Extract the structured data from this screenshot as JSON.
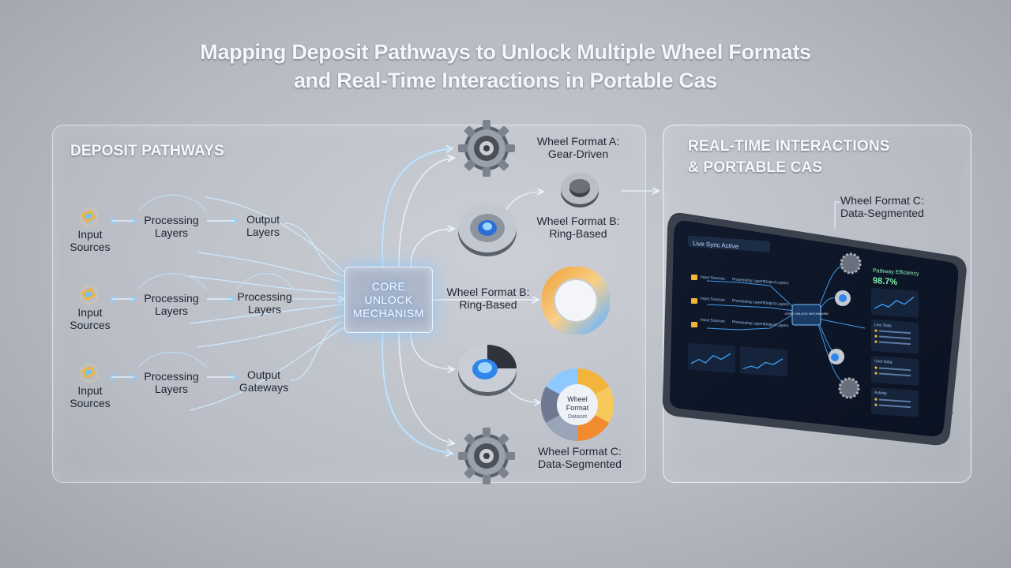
{
  "title": {
    "line1": "Mapping Deposit Pathways to Unlock Multiple Wheel Formats",
    "line2": "and Real-Time Interactions in Portable Cas"
  },
  "left_panel": {
    "title": "DEPOSIT PATHWAYS",
    "rows": [
      {
        "input": [
          "Input",
          "Sources"
        ],
        "processing": [
          "Processing",
          "Layers"
        ],
        "output": [
          "Output",
          "Layers"
        ]
      },
      {
        "input": [
          "Input",
          "Sources"
        ],
        "processing": [
          "Processing",
          "Layers"
        ],
        "output": [
          "Processing",
          "Layers"
        ]
      },
      {
        "input": [
          "Input",
          "Sources"
        ],
        "processing": [
          "Processing",
          "Layers"
        ],
        "output": [
          "Output",
          "Gateways"
        ]
      }
    ]
  },
  "core": {
    "lines": [
      "CORE",
      "UNLOCK",
      "MECHANISM"
    ]
  },
  "wheels": {
    "a": [
      "Wheel Format A:",
      "Gear-Driven"
    ],
    "b_top": [
      "Wheel Format B:",
      "Ring-Based"
    ],
    "b_mid": [
      "Wheel Format B:",
      "Ring-Based"
    ],
    "c_bottom": [
      "Wheel Format C:",
      "Data-Segmented"
    ],
    "c_right": [
      "Wheel Format C:",
      "Data-Segmented"
    ],
    "segment_text": [
      "Wheel",
      "Format",
      "Dataset"
    ]
  },
  "right_panel": {
    "title_line1": "REAL-TIME INTERACTIONS",
    "title_line2": "& PORTABLE CAS"
  },
  "tablet": {
    "header": "Live Sync Active",
    "metric_label": "Pathway Efficiency",
    "metric_value": "98.7%",
    "rows": [
      {
        "input": "Input Sources",
        "processing": "Processing Layers",
        "output": "Output Layers"
      },
      {
        "input": "Input Sources",
        "processing": "Processing Layers",
        "output": "Output Layers"
      },
      {
        "input": "Input Sources",
        "processing": "Processing Layers",
        "output": "Output Layers"
      }
    ],
    "core": "CORE UNLOCK MECHANISM",
    "panel2_title": "Live Stats",
    "panel3_title": "User Data",
    "panel4_title": "Activity"
  },
  "colors": {
    "accent": "#5fb8ff",
    "gold": "#f2b43a",
    "orange": "#f28a2e"
  }
}
